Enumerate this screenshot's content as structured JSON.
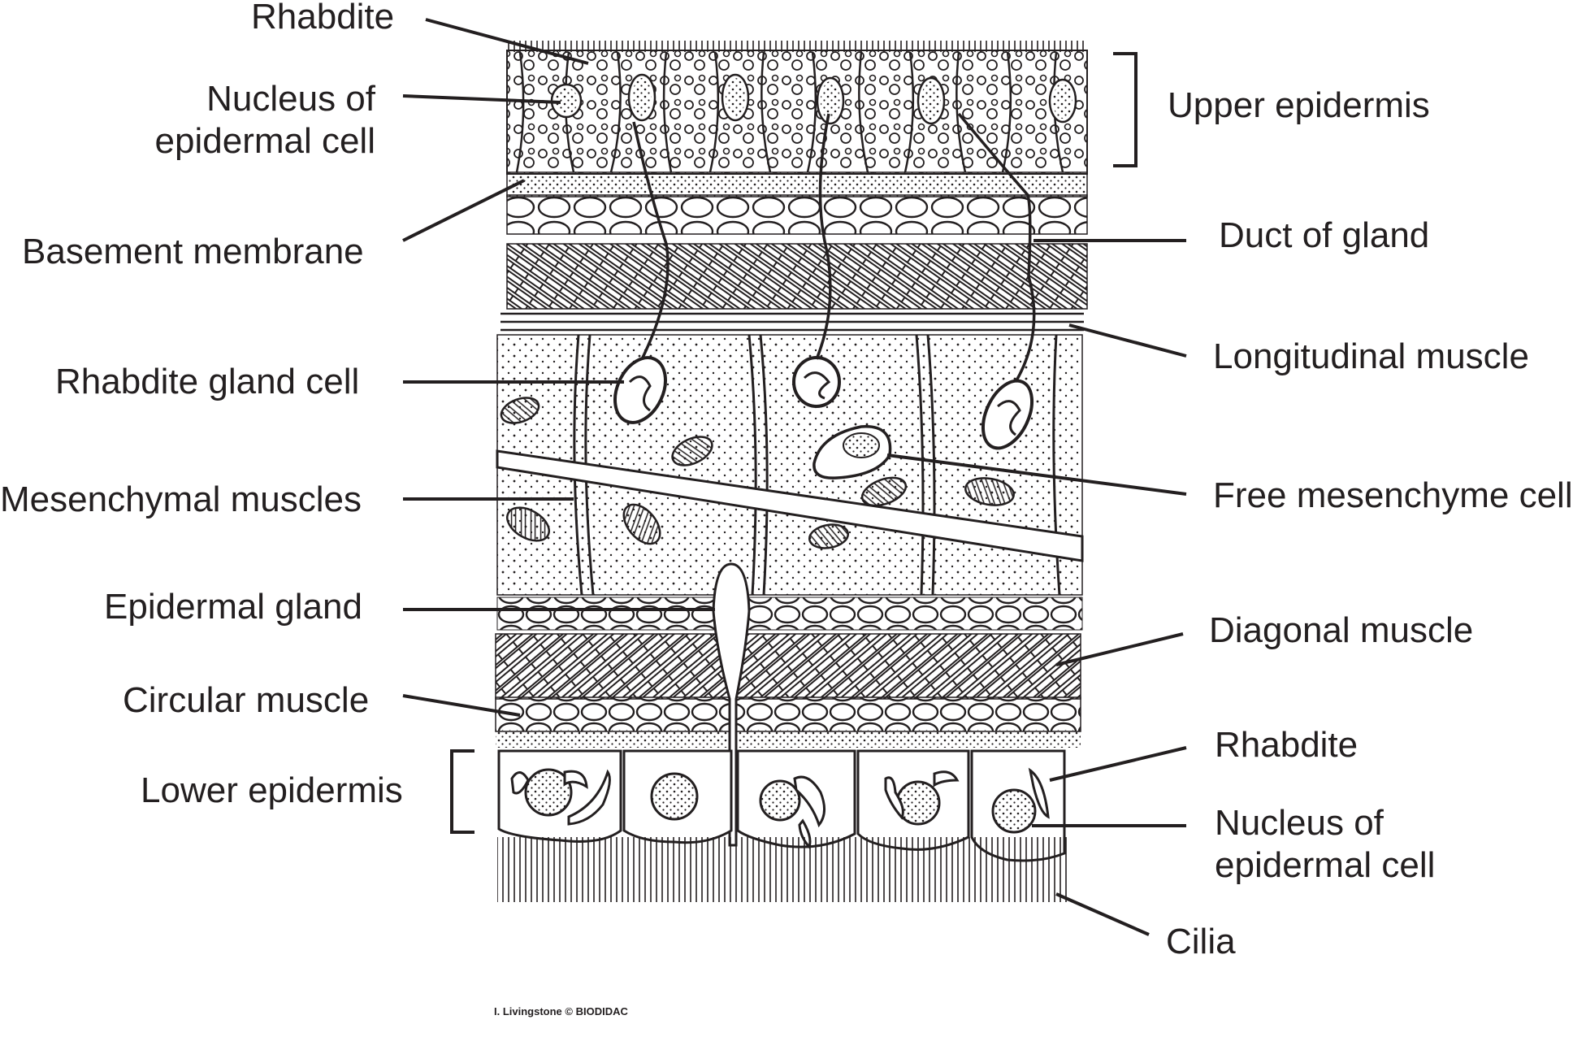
{
  "labels": {
    "left": [
      "Rhabdite",
      "Nucleus of",
      "epidermal cell",
      "Basement membrane",
      "Rhabdite gland cell",
      "Mesenchymal muscles",
      "Epidermal gland",
      "Circular muscle",
      "Lower epidermis"
    ],
    "right": [
      "Upper epidermis",
      "Duct of gland",
      "Longitudinal muscle",
      "Free mesenchyme cell",
      "Diagonal muscle",
      "Rhabdite",
      "Nucleus of",
      "epidermal cell",
      "Cilia"
    ]
  },
  "credit": "I. Livingstone © BIODIDAC"
}
